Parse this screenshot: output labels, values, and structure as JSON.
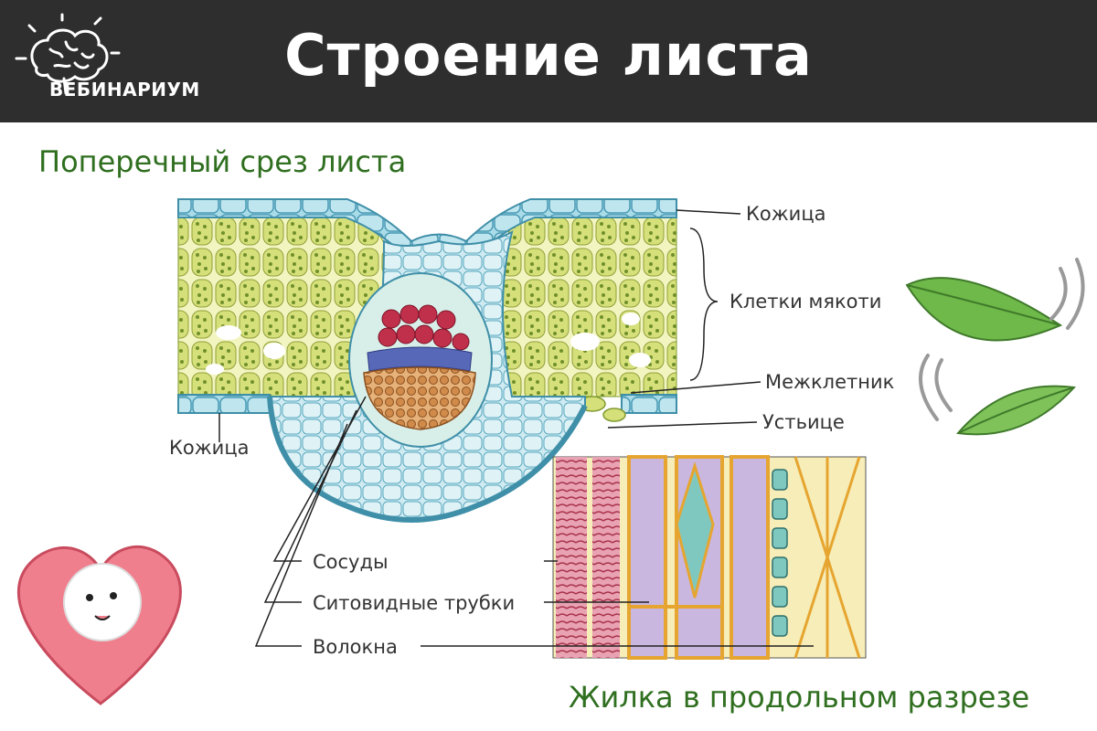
{
  "header": {
    "title": "Строение листа",
    "logo_text": "ВЕБИНАРИУМ",
    "logo_icon": "brain-icon"
  },
  "sections": {
    "cross_section_title": "Поперечный срез листа",
    "longitudinal_title": "Жилка в продольном разрезе"
  },
  "labels": {
    "epidermis_top": "Кожица",
    "mesophyll": "Клетки мякоти",
    "intercellular": "Межклетник",
    "stoma": "Устьице",
    "epidermis_bottom": "Кожица",
    "vessels": "Сосуды",
    "sieve_tubes": "Ситовидные трубки",
    "fibers": "Волокна"
  },
  "colors": {
    "header_bg": "#2e2e2e",
    "green_text": "#2f6f1f",
    "epidermis": "#9fd4e3",
    "mesophyll": "#d6e07a",
    "phloem_red": "#c0304a",
    "xylem_orange": "#c87a3a",
    "vein_purple": "#b9a6d8",
    "heart_pink": "#f07f8e"
  }
}
